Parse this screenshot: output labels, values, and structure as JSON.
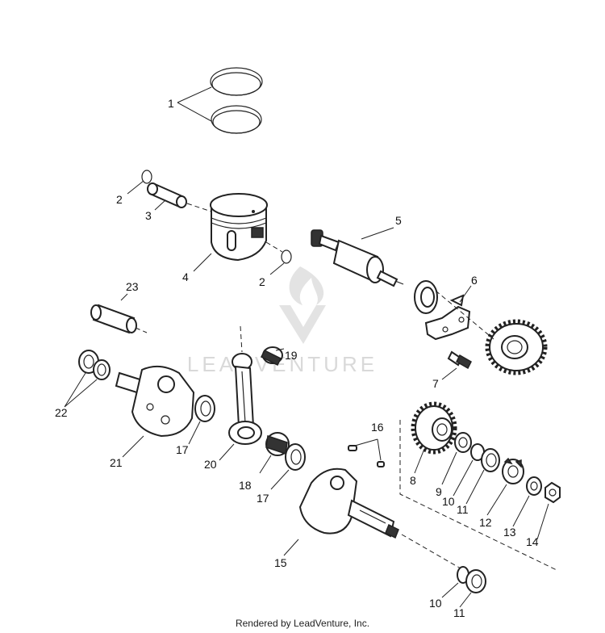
{
  "watermark": {
    "text": "LEADVENTURE"
  },
  "callouts": {
    "n1": "1",
    "n2a": "2",
    "n2b": "2",
    "n3": "3",
    "n4": "4",
    "n5": "5",
    "n6": "6",
    "n7": "7",
    "n8": "8",
    "n9": "9",
    "n10a": "10",
    "n10b": "10",
    "n11a": "11",
    "n11b": "11",
    "n12": "12",
    "n13": "13",
    "n14": "14",
    "n15": "15",
    "n16": "16",
    "n17a": "17",
    "n17b": "17",
    "n18": "18",
    "n19": "19",
    "n20": "20",
    "n21": "21",
    "n22": "22",
    "n23": "23"
  },
  "footer": {
    "credit": "Rendered by LeadVenture, Inc."
  }
}
